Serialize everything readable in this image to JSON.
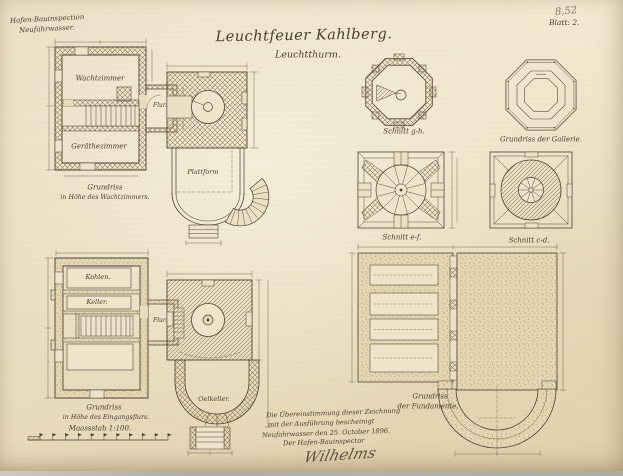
{
  "colors": {
    "paper": "#e9dcbd",
    "ink": "#483e2f",
    "hatch": "#8d7c57",
    "pencil": "#837768",
    "scan_background": "#b4b1a6"
  },
  "header": {
    "office_line1": "Hafen-Bauinspection",
    "office_line2": "Neufahrwasser.",
    "title": "Leuchtfeuer Kahlberg.",
    "subtitle": "Leuchtthurm.",
    "page_number_pencil": "8,52",
    "sheet_label": "Blatt: 2."
  },
  "figures": {
    "plan_upper": {
      "rooms": {
        "wachtzimmer": "Wachtzimmer",
        "flur": "Flur.",
        "geraethezimmer": "Geräthezimmer"
      },
      "caption_line1": "Grundriss",
      "caption_line2": "in Höhe des Wachtzimmers."
    },
    "tower_upper": {
      "room": "Plattform"
    },
    "plan_lower": {
      "rooms": {
        "kohlen": "Kohlen.",
        "keller": "Keller.",
        "flur": "Flur."
      },
      "caption_line1": "Grundriss",
      "caption_line2": "in Höhe des Eingangsflurs."
    },
    "tower_lower": {
      "room": "Oelkeller."
    },
    "section_gh": {
      "caption": "Schnitt g-h."
    },
    "gallery": {
      "caption": "Grundriss der Gallerie."
    },
    "section_ef": {
      "caption": "Schnitt e-f."
    },
    "section_cd": {
      "caption": "Schnitt c-d."
    },
    "foundations": {
      "caption_line1": "Grundriss",
      "caption_line2": "der Fundamente."
    }
  },
  "scale_bar": {
    "label": "Maassstab 1:100."
  },
  "certification": {
    "line1": "Die Übereinstimmung dieser Zeichnung",
    "line2": "mit der Ausführung bescheinigt",
    "line3": "Neufahrwasser den 25. October 1896.",
    "line4": "Der Hafen-Bauinspector",
    "signature": "Wilhelms"
  }
}
